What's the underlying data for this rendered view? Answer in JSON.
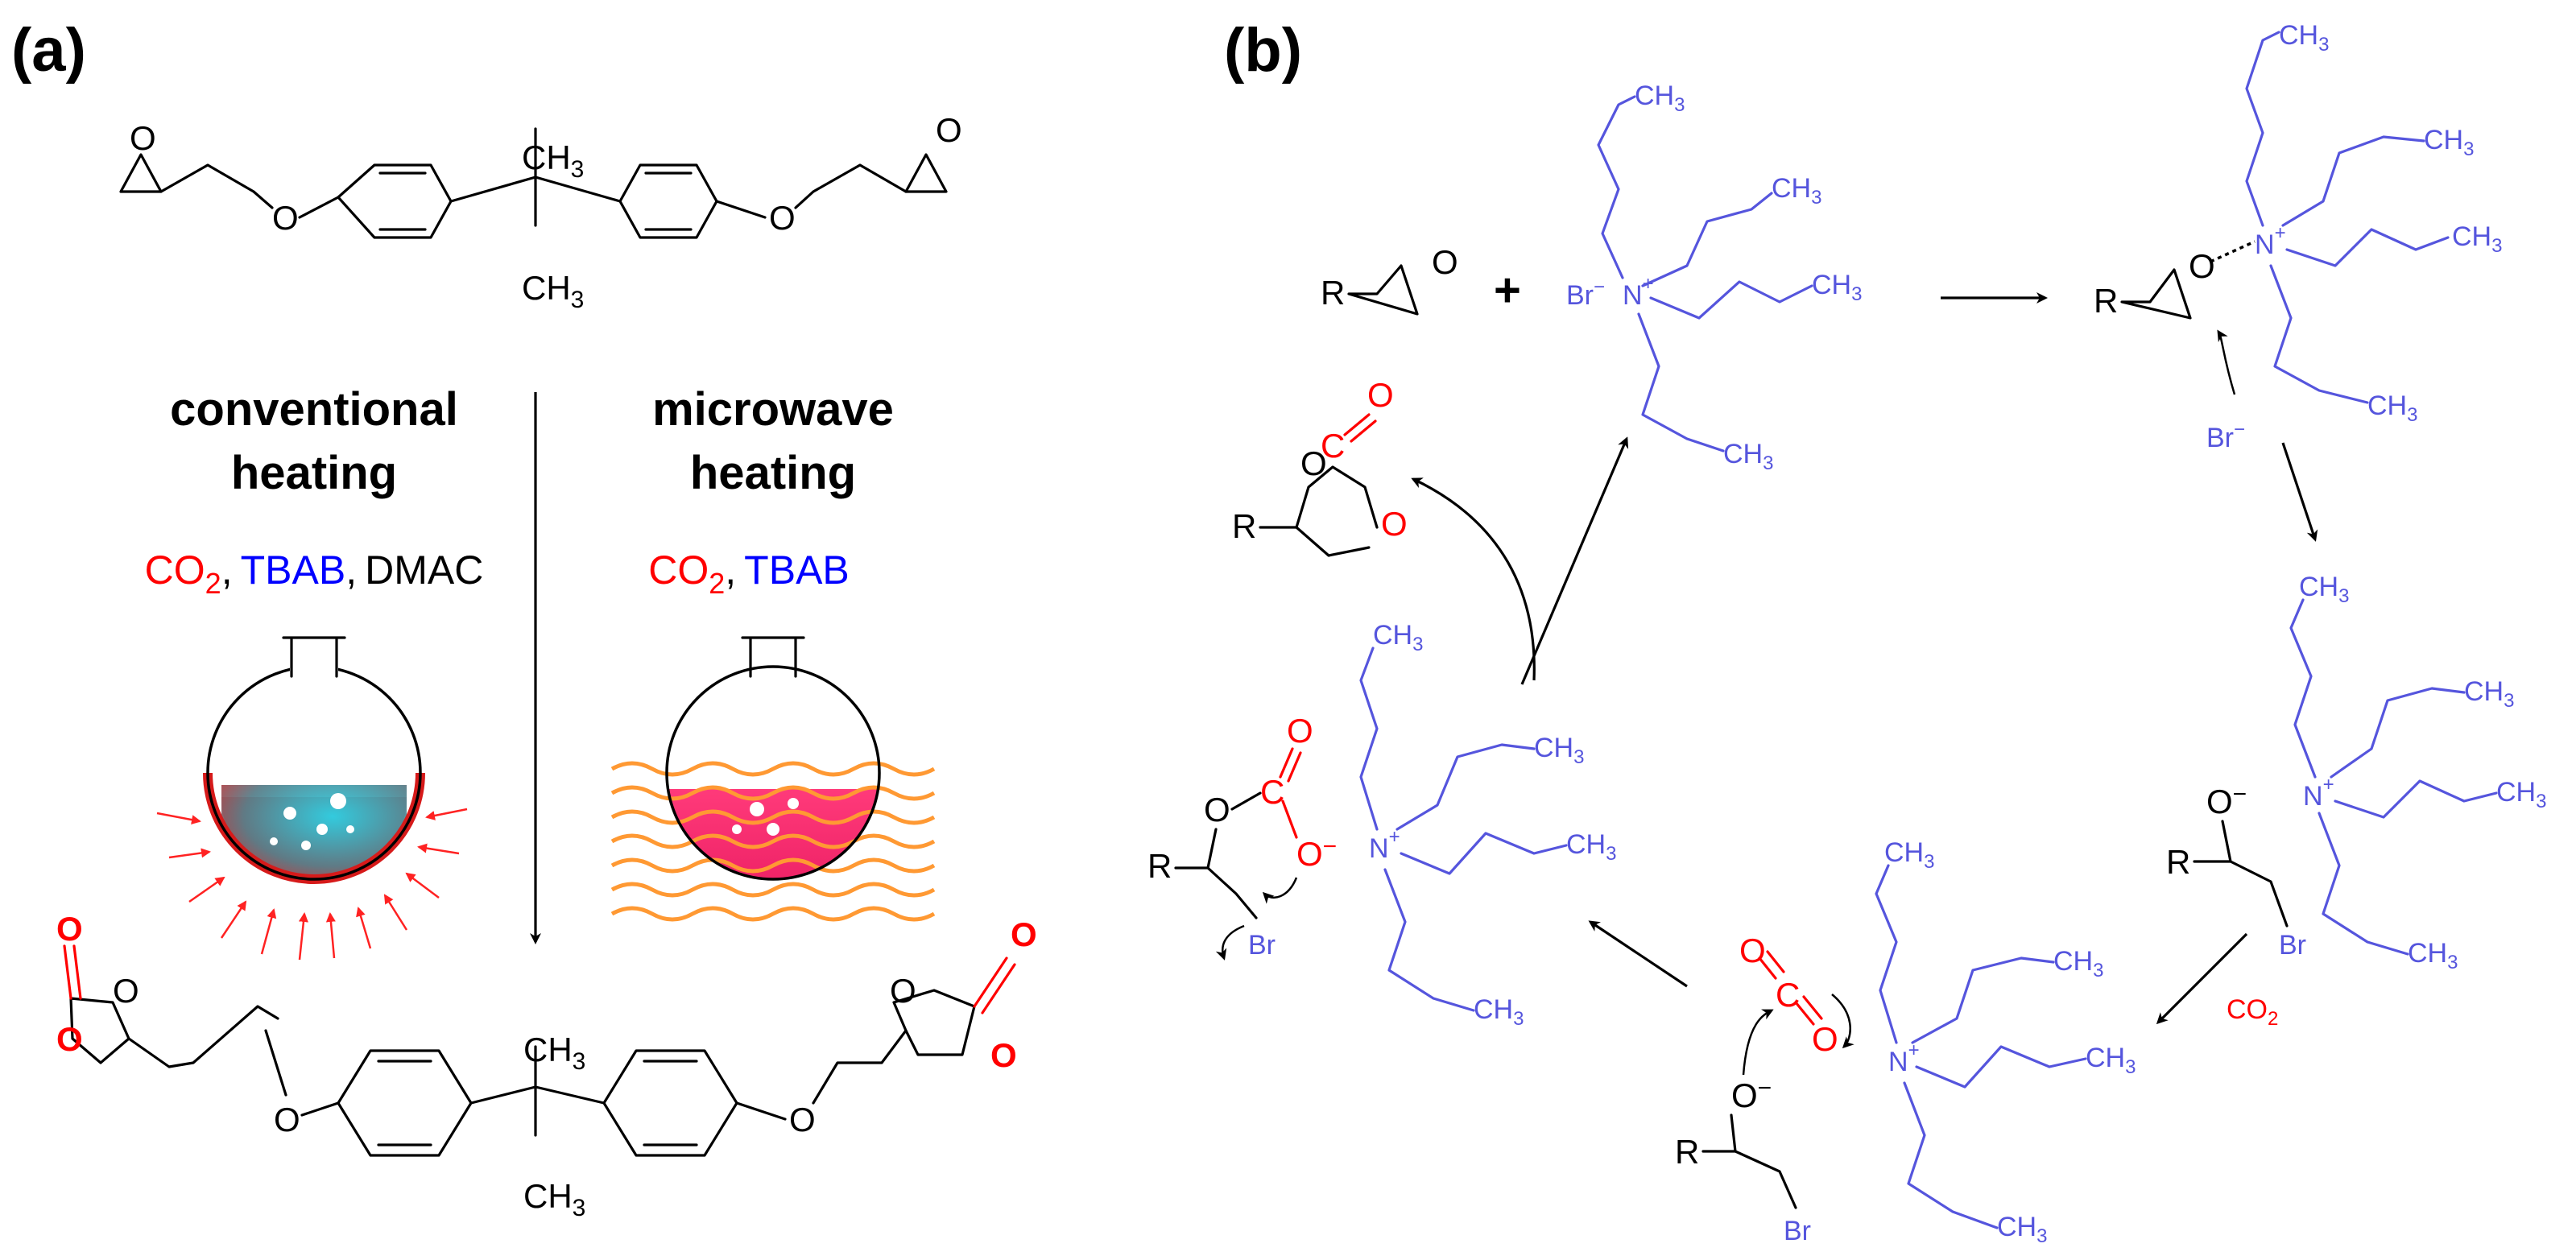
{
  "panels": {
    "a": {
      "label": "(a)",
      "conventional": {
        "line1": "conventional",
        "line2": "heating",
        "reagent_co2": "CO",
        "reagent_co2_sub": "2",
        "reagent_tbab": "TBAB",
        "reagent_dmac": "DMAC",
        "sep": ","
      },
      "microwave": {
        "line1": "microwave",
        "line2": "heating",
        "reagent_co2": "CO",
        "reagent_co2_sub": "2",
        "reagent_tbab": "TBAB",
        "sep": ","
      },
      "atoms": {
        "O": "O",
        "CH3": "CH",
        "sub3": "3"
      }
    },
    "b": {
      "label": "(b)",
      "plus": "+",
      "atoms": {
        "R": "R",
        "O": "O",
        "C": "C",
        "N": "N",
        "Br": "Br",
        "CH": "CH",
        "sub3": "3",
        "minus": "−",
        "plus_charge": "+",
        "CO": "CO",
        "sub2": "2"
      }
    }
  },
  "colors": {
    "co2": "#ff0000",
    "tbab": "#0000ff",
    "tbab_structure": "#5555dd",
    "heating_red": "#ff2222",
    "microwave_orange": "#ff9933",
    "liquid_cyan": "#22c2d8",
    "liquid_pink": "#ff3377"
  }
}
